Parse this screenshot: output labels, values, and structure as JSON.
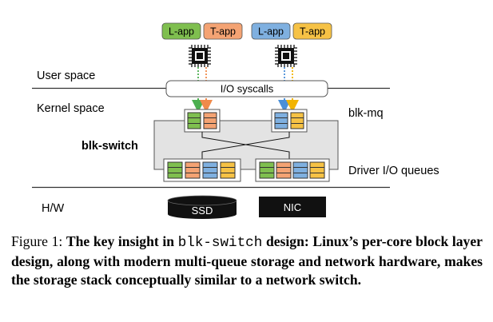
{
  "diagram": {
    "app_labels": {
      "l_app": "L-app",
      "t_app": "T-app"
    },
    "layers": {
      "user_space": "User space",
      "kernel_space": "Kernel space",
      "hw": "H/W"
    },
    "syscalls_label": "I/O syscalls",
    "blk_mq_label": "blk-mq",
    "blk_switch_label": "blk-switch",
    "driver_queues_label": "Driver I/O queues",
    "devices": {
      "ssd": "SSD",
      "nic": "NIC"
    },
    "colors": {
      "l_app": "#7fbf4f",
      "t_app": "#f4a373",
      "l_app_2": "#7fb0e0",
      "t_app_2": "#f6c245",
      "switch_box": "#e3e3e3",
      "device": "#111111"
    },
    "icons": {
      "cpu": "cpu-chip-icon"
    }
  },
  "caption": {
    "label": "Figure 1:",
    "bold_1": "The key insight in",
    "code": "blk-switch",
    "bold_2": "design: Linux’s per-core block layer design, along with modern multi-queue storage and network hardware, makes the storage stack conceptually similar to a network switch."
  }
}
